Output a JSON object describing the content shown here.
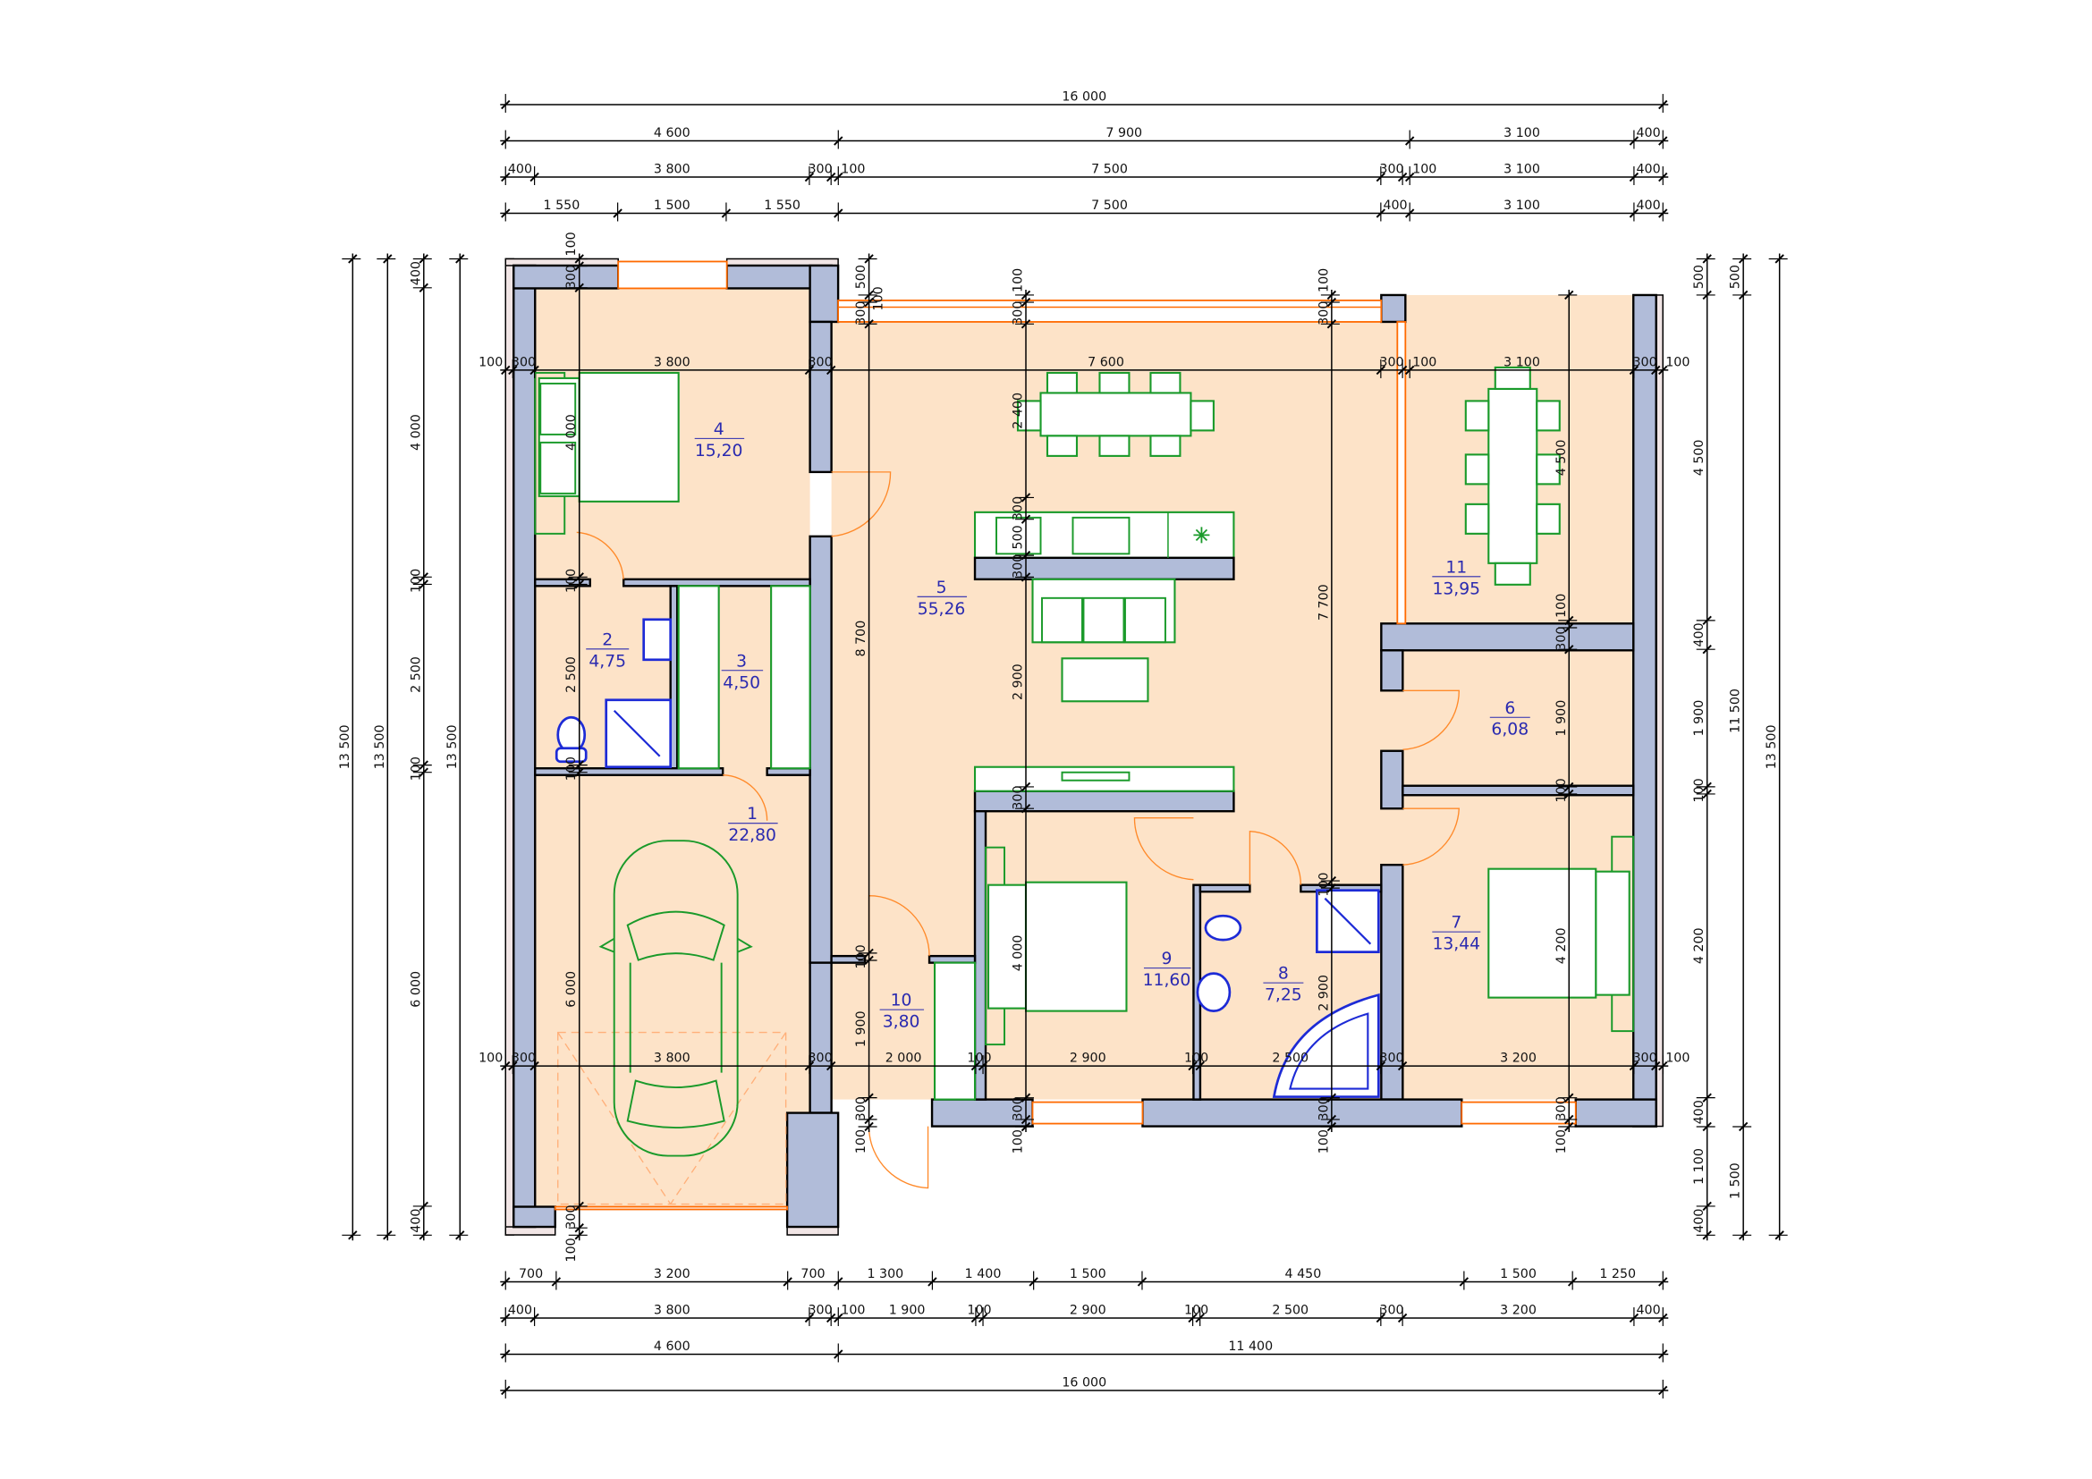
{
  "rooms": [
    {
      "number": "1",
      "area": "22,80"
    },
    {
      "number": "2",
      "area": "4,75"
    },
    {
      "number": "3",
      "area": "4,50"
    },
    {
      "number": "4",
      "area": "15,20"
    },
    {
      "number": "5",
      "area": "55,26"
    },
    {
      "number": "6",
      "area": "6,08"
    },
    {
      "number": "7",
      "area": "13,44"
    },
    {
      "number": "8",
      "area": "7,25"
    },
    {
      "number": "9",
      "area": "11,60"
    },
    {
      "number": "10",
      "area": "3,80"
    },
    {
      "number": "11",
      "area": "13,95"
    }
  ],
  "dimensions": {
    "top": [
      [
        "16 000"
      ],
      [
        "4 600",
        "7 900",
        "3 100",
        "400"
      ],
      [
        "400",
        "3 800",
        "300",
        "100",
        "7 500",
        "300",
        "100",
        "3 100",
        "400"
      ],
      [
        "1 550",
        "1 500",
        "1 550",
        "7 500",
        "400",
        "3 100",
        "400"
      ]
    ],
    "bottom": [
      [
        "700",
        "3 200",
        "700",
        "1 300",
        "1 400",
        "1 500",
        "4 450",
        "1 500",
        "1 250"
      ],
      [
        "400",
        "3 800",
        "300",
        "100",
        "1 900",
        "100",
        "2 900",
        "100",
        "2 500",
        "300",
        "3 200",
        "400"
      ],
      [
        "4 600",
        "11 400"
      ],
      [
        "16 000"
      ]
    ],
    "left": [
      [
        "13 500"
      ],
      [
        "13 500"
      ],
      [
        "400",
        "4 000",
        "100",
        "2 500",
        "100",
        "6 000",
        "400"
      ],
      [
        "13 500"
      ]
    ],
    "right": [
      [
        "500",
        "4 500",
        "400",
        "1 900",
        "100",
        "4 200",
        "400",
        "1 100",
        "400"
      ],
      [
        "500",
        "11 500",
        "1 500"
      ],
      [
        "13 500"
      ]
    ],
    "inner_h": [
      [
        "100",
        "300",
        "3 800",
        "300",
        "7 600",
        "300",
        "100",
        "3 100",
        "300",
        "100"
      ],
      [
        "100",
        "300",
        "3 800",
        "300",
        "2 000",
        "100",
        "2 900",
        "100",
        "2 500",
        "300",
        "3 200",
        "300",
        "100"
      ]
    ],
    "inner_v": [
      [
        "100",
        "300",
        "4 000",
        "100",
        "2 500",
        "100",
        "6 000",
        "300",
        "100"
      ],
      [
        "500",
        "100",
        "300",
        "8 700",
        "100",
        "1 900",
        "300",
        "100"
      ],
      [
        "100",
        "300",
        "2 400",
        "300",
        "500",
        "300",
        "2 900",
        "300",
        "4 000",
        "300",
        "100"
      ],
      [
        "100",
        "300",
        "7 700",
        "100",
        "2 900",
        "300",
        "100"
      ],
      [
        "4 500",
        "100",
        "300",
        "1 900",
        "100",
        "4 200",
        "300",
        "100"
      ]
    ]
  },
  "colors": {
    "floor": "#fde3c8",
    "wall": "#b1bcd9",
    "furniture": "#1a9a2a",
    "sanitary": "#1d2bd6",
    "window_door": "#ff6a00",
    "room_label": "#2a2ab0"
  }
}
